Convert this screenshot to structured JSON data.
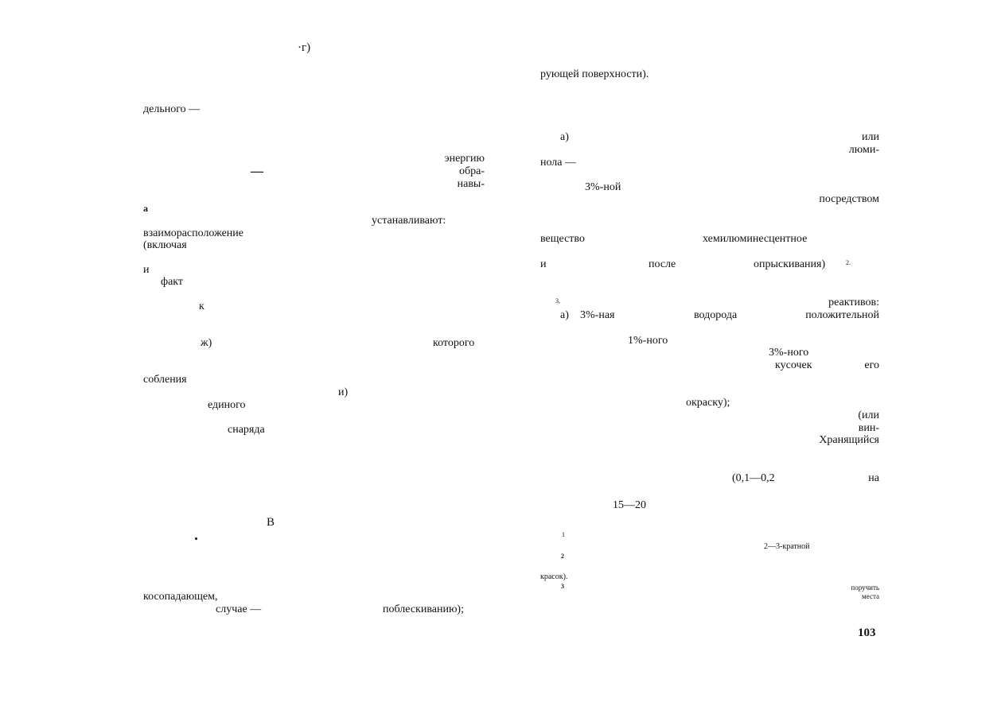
{
  "left_column": {
    "g_marker": "·г)",
    "delnogo": "дельного —",
    "dash_mid": "—",
    "energiyu": "энергию",
    "obra": "обра-",
    "navy": "навы-",
    "a_mark": "а",
    "ustanavlivayut": "устанавливают:",
    "vzaimoraspolozhenie": "взаиморасположение",
    "vklyuchaya": "(включая",
    "i_left": "и",
    "fakt": "факт",
    "k_letter": "к",
    "zh_marker": "ж)",
    "kotorogo": "которого",
    "sobleniya": "собления",
    "i_marker": "и)",
    "edinogo": "единого",
    "snaryada": "снаряда",
    "v_letter": "В",
    "kosopadayushchem": "косопадающем,",
    "sluchae": "случае —",
    "pobleskivaniyu": "поблескиванию);"
  },
  "right_column": {
    "ruyushchey": "рующей поверхности).",
    "a_marker": "а)",
    "ili": "или",
    "lyumi": "люми-",
    "nola": "нола —",
    "three_pct_noy": "3%-ной",
    "posredstvom": "посредством",
    "veshchestvo": "вещество",
    "khemilyuminescentnoe": "хемилюминесцентное",
    "i_right": "и",
    "posle": "после",
    "opryskivaniya": "опрыскивания)",
    "footnote_ref_2": "2.",
    "footnote_ref_3": "3,",
    "reaktivov": "реактивов:",
    "a_marker_2": "а)",
    "three_pct_naya": "3%-ная",
    "vodoroda": "водорода",
    "polozhitelnoy": "положительной",
    "one_pct_nogo": "1%-ного",
    "three_pct_nogo": "3%-ного",
    "kusochek": "кусочек",
    "ego": "его",
    "okrasku": "окраску);",
    "ili_paren": "(или",
    "vin": "вин-",
    "khranyashchiysya": "Хранящийся",
    "range_01_02": "(0,1—0,2",
    "na": "на",
    "range_15_20": "15—20",
    "fn_1": "1",
    "kratnoy": "2—3-кратной",
    "fn_2": "2",
    "krasok": "красок).",
    "fn_3": "3",
    "poruchit": "поручить",
    "mesta": "места"
  },
  "page_number": "103"
}
